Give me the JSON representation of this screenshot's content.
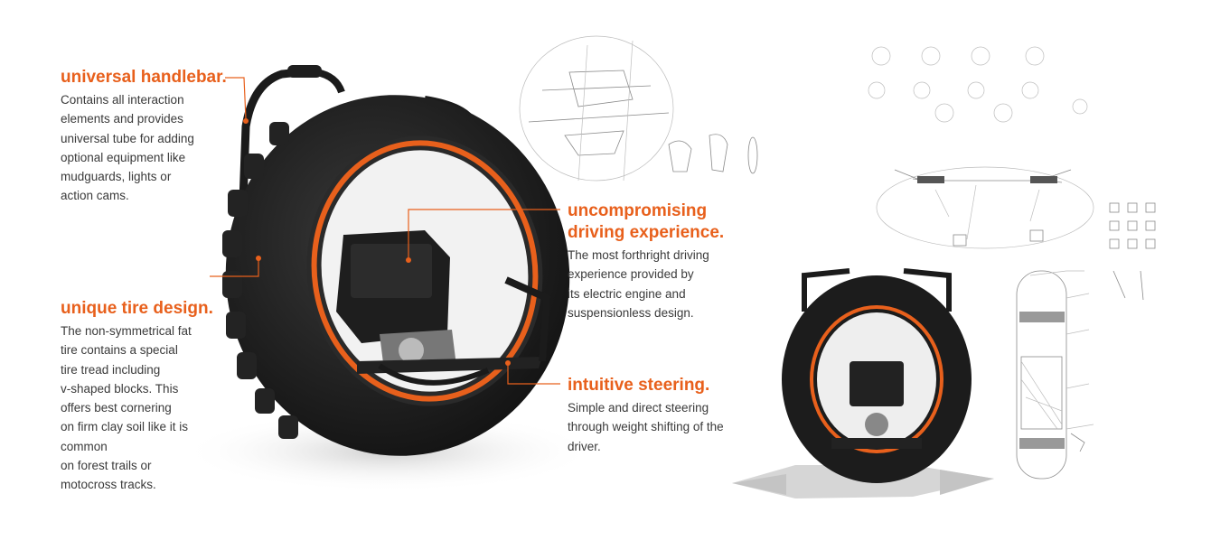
{
  "accent_color": "#e8601c",
  "features": {
    "handlebar": {
      "title": "universal handlebar.",
      "lines": [
        "Contains all interaction",
        "elements and provides",
        "universal tube for adding",
        "optional equipment like",
        "mudguards, lights or",
        "action cams."
      ]
    },
    "tire": {
      "title": "unique tire design.",
      "lines": [
        "The non-symmetrical fat",
        "tire contains a special",
        "tire tread including",
        "v-shaped blocks. This",
        "offers best cornering",
        "on firm clay soil like it is",
        "common",
        "on forest trails or",
        "motocross tracks."
      ]
    },
    "driving": {
      "title_lines": [
        "uncompromising",
        "driving experience."
      ],
      "lines": [
        "The most forthright driving",
        "experience provided by",
        "its electric engine and",
        "suspensionless design."
      ]
    },
    "steering": {
      "title": "intuitive steering.",
      "lines": [
        "Simple and direct steering",
        "through weight shifting of the",
        "driver."
      ]
    }
  }
}
